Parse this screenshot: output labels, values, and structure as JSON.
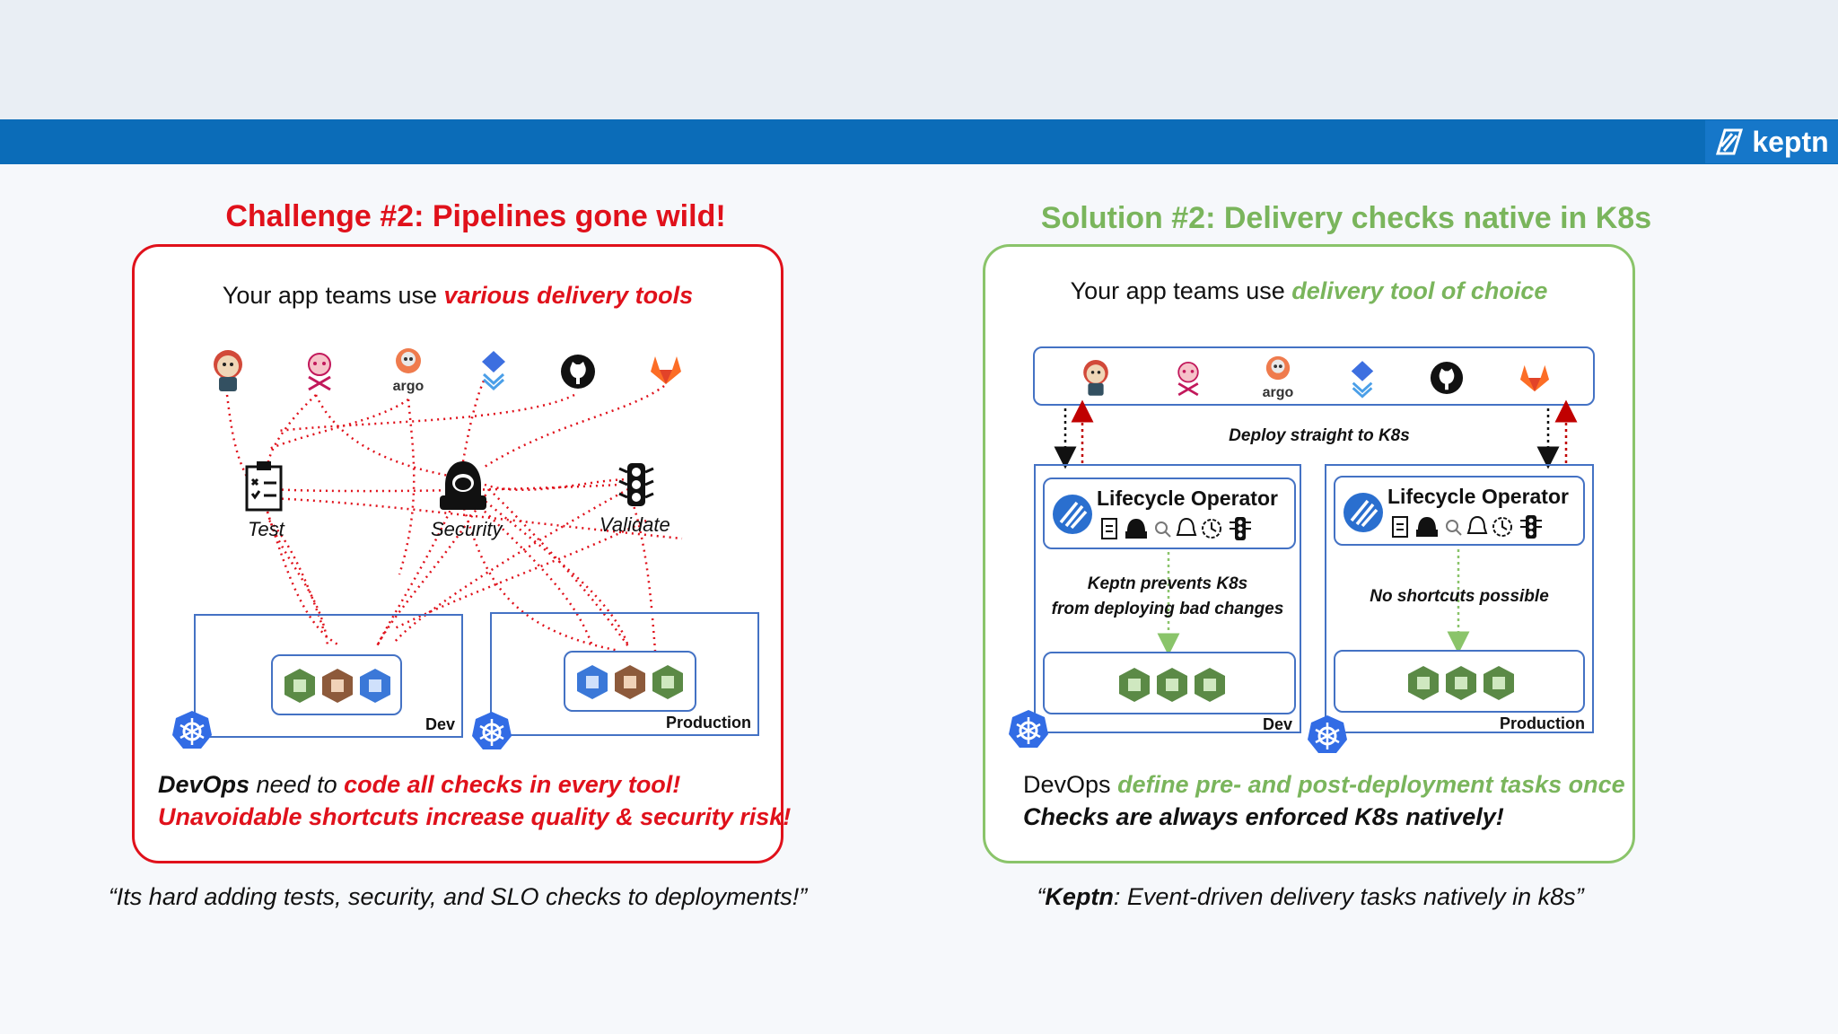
{
  "brand": {
    "name": "keptn",
    "icon": "keptn-logo-icon"
  },
  "challenge": {
    "title": "Challenge #2: Pipelines gone wild!",
    "subhead_plain": "Your app teams use",
    "subhead_emph": "various delivery tools",
    "tools": [
      "jenkins-icon",
      "jenkins-x-icon",
      "argo-icon",
      "tekton-icon",
      "github-icon",
      "gitlab-icon"
    ],
    "argo_label": "argo",
    "checks": {
      "test": "Test",
      "security": "Security",
      "validate": "Validate"
    },
    "env_dev": "Dev",
    "env_prod": "Production",
    "bottom_line1_a": "DevOps",
    "bottom_line1_b": " need to ",
    "bottom_line1_c": "code all checks in every tool!",
    "bottom_line2": "Unavoidable shortcuts increase quality & security risk!",
    "caption": "“Its hard adding tests, security, and SLO checks to deployments!”",
    "color": "#e0111b"
  },
  "solution": {
    "title": "Solution #2: Delivery checks native in K8s",
    "subhead_plain": "Your app teams use",
    "subhead_emph": "delivery tool of choice",
    "argo_label": "argo",
    "deploy_label": "Deploy straight to K8s",
    "operator_title": "Lifecycle Operator",
    "note_dev_line1": "Keptn prevents K8s",
    "note_dev_line2": "from deploying bad changes",
    "note_prod": "No shortcuts possible",
    "env_dev": "Dev",
    "env_prod": "Production",
    "bottom_line1_a": "DevOps",
    "bottom_line1_b": "define pre- and post-deployment tasks once",
    "bottom_line2": "Checks are always enforced K8s natively!",
    "caption_bold": "Keptn",
    "caption_rest": ": Event-driven delivery tasks natively in k8s”",
    "caption_open": "“",
    "color": "#7ab55c"
  }
}
